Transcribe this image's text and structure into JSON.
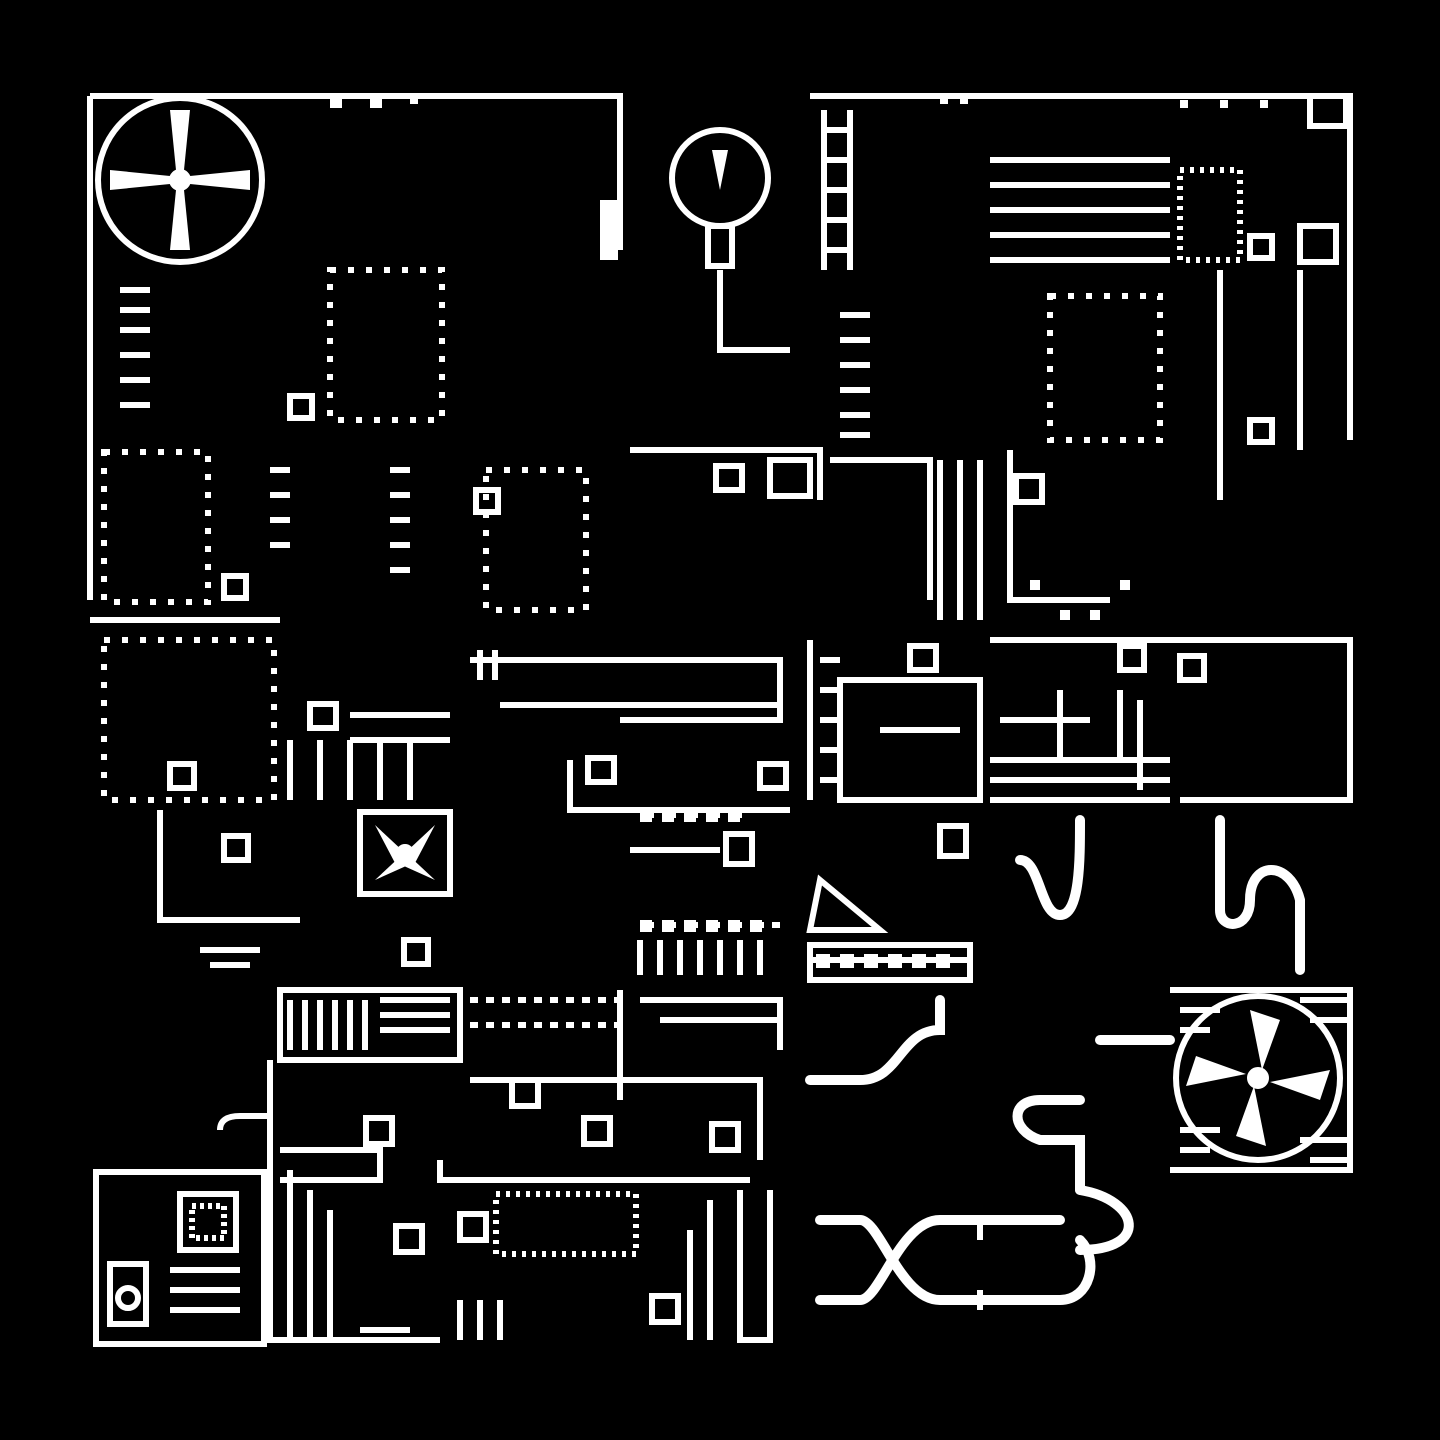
{
  "palette": {
    "background": "#000000",
    "foreground": "#ffffff"
  },
  "artwork": {
    "style": "1-bit pixel-art circuit board",
    "components": [
      {
        "kind": "fan",
        "icon": "fan-icon"
      },
      {
        "kind": "fan",
        "icon": "fan-icon"
      },
      {
        "kind": "fan",
        "icon": "fan-icon"
      },
      {
        "kind": "gauge",
        "icon": "gauge-icon"
      },
      {
        "kind": "chip",
        "icon": "chip-icon"
      },
      {
        "kind": "chip",
        "icon": "chip-icon"
      },
      {
        "kind": "chip",
        "icon": "chip-icon"
      },
      {
        "kind": "chip",
        "icon": "chip-icon"
      },
      {
        "kind": "display-panel",
        "icon": "display-icon"
      },
      {
        "kind": "coil",
        "icon": "coil-icon"
      }
    ]
  }
}
